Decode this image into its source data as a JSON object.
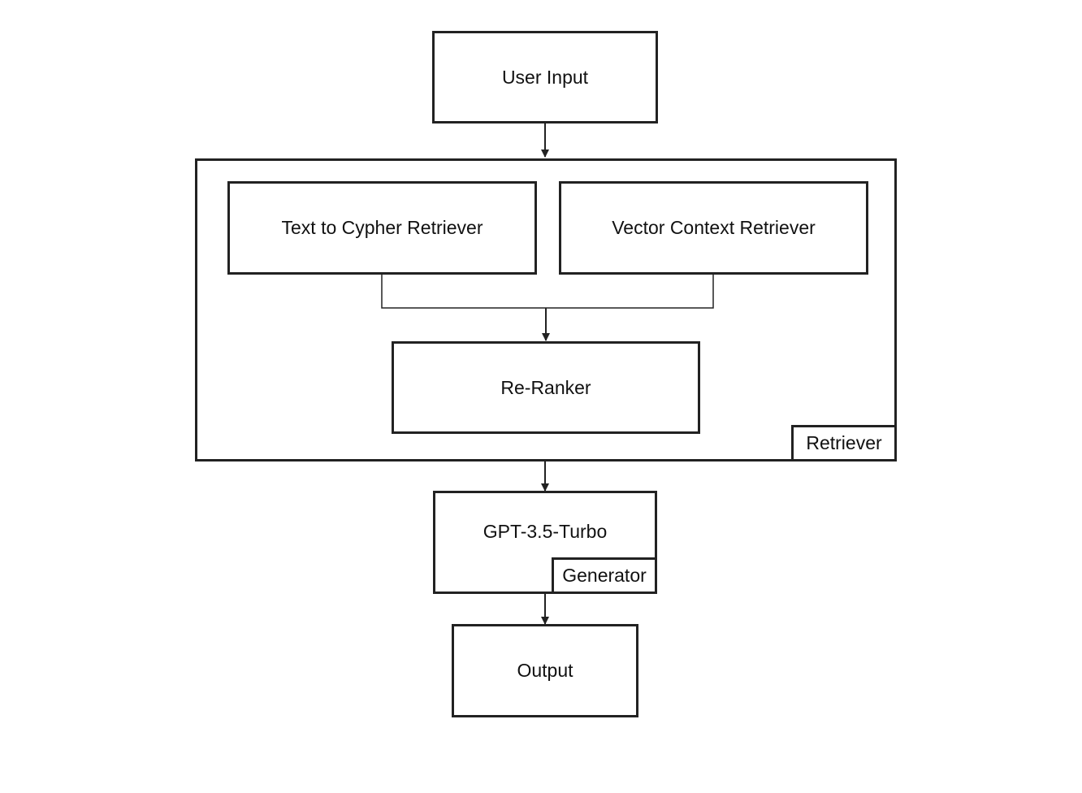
{
  "nodes": {
    "user_input": "User Input",
    "text_to_cypher": "Text to Cypher Retriever",
    "vector_context": "Vector Context Retriever",
    "re_ranker": "Re-Ranker",
    "gpt": "GPT-3.5-Turbo",
    "output": "Output"
  },
  "groups": {
    "retriever_label": "Retriever",
    "generator_label": "Generator"
  },
  "colors": {
    "stroke": "#222222",
    "background": "#ffffff"
  }
}
